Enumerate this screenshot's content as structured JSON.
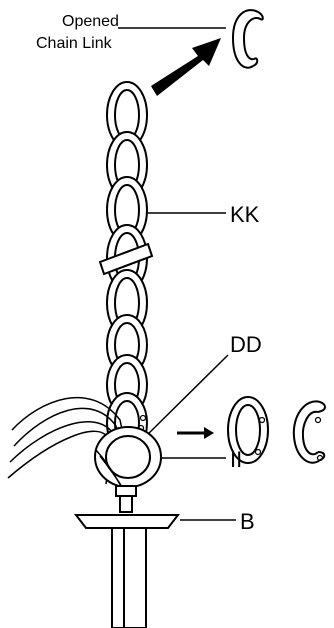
{
  "labels": {
    "opened_line1": "Opened",
    "opened_line2": "Chain Link",
    "kk": "KK",
    "dd": "DD",
    "ii": "II",
    "b": "B"
  },
  "colors": {
    "ink": "#000000",
    "background": "#ffffff"
  }
}
